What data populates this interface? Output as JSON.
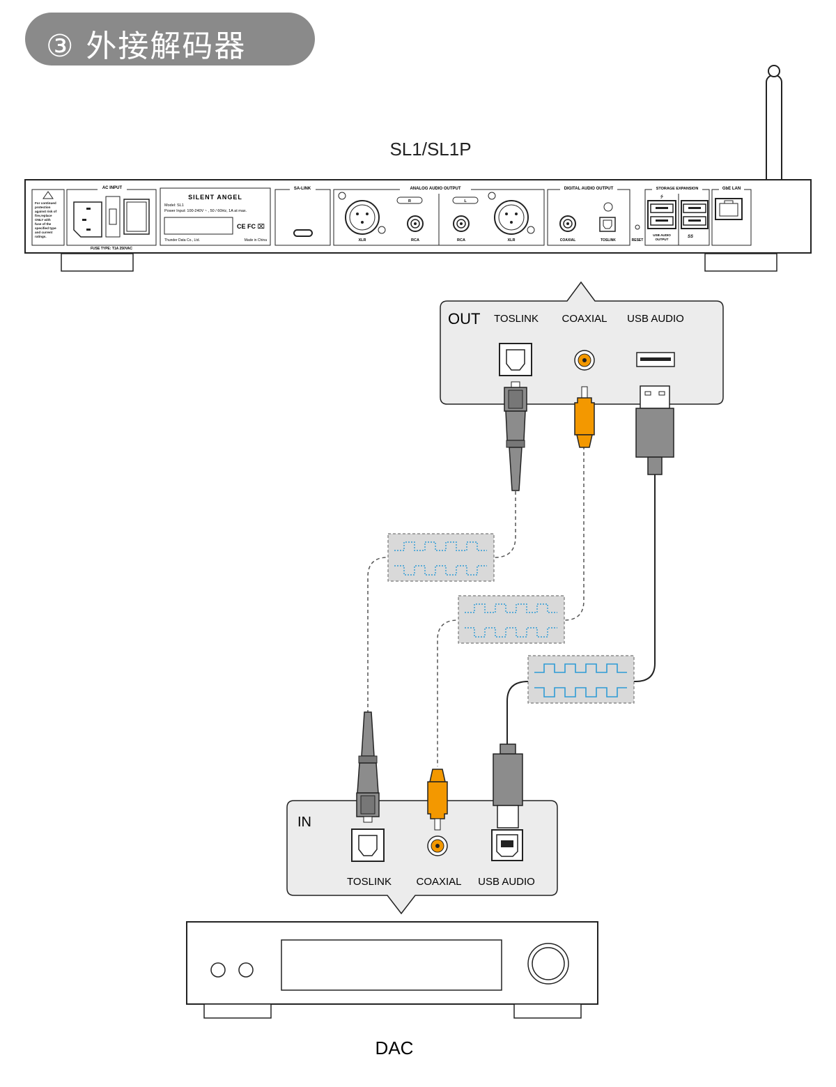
{
  "title": "③ 外接解码器",
  "device_name": "SL1/SL1P",
  "rear_panel": {
    "ac_input": "AC INPUT",
    "warning": [
      "For continued",
      "protection",
      "against risk of",
      "fire,replace",
      "ONLY   with",
      "fuse  of  the",
      "specified type",
      "and    current",
      "ratings."
    ],
    "fuse": "FUSE TYPE: T1A 250VAC",
    "brand": "SILENT ANGEL",
    "model": "Model: SL1",
    "power": "Power Input: 100-240V ~  , 50 / 60Hz,  1A at max.",
    "marks": "CE FC ⌧",
    "maker": "Thunder Data Co., Ltd.",
    "made_in": "Made in China",
    "sa_link": "SA-LINK",
    "analog_output": "ANALOG AUDIO OUTPUT",
    "r": "R",
    "l": "L",
    "xlr": "XLR",
    "rca": "RCA",
    "digital_output": "DIGITAL AUDIO OUTPUT",
    "coaxial": "COAXIAL",
    "toslink": "TOSLINK",
    "reset": "RESET",
    "storage": "STORAGE EXPANSION",
    "usb_audio_output_1": "USB AUDIO",
    "usb_audio_output_2": "OUTPUT",
    "ss": "SS",
    "lan": "GbE LAN"
  },
  "out_panel": {
    "label": "OUT",
    "toslink": "TOSLINK",
    "coaxial": "COAXIAL",
    "usb_audio": "USB AUDIO"
  },
  "in_panel": {
    "label": "IN",
    "toslink": "TOSLINK",
    "coaxial": "COAXIAL",
    "usb_audio": "USB AUDIO"
  },
  "dac_label": "DAC",
  "colors": {
    "pill": "#8a8a8a",
    "orange": "#f39800",
    "gray_connector": "#8c8c8c",
    "panel_fill": "#ededed",
    "signal_blue": "#2e9bd6",
    "signal_box": "#d9d9d9"
  }
}
